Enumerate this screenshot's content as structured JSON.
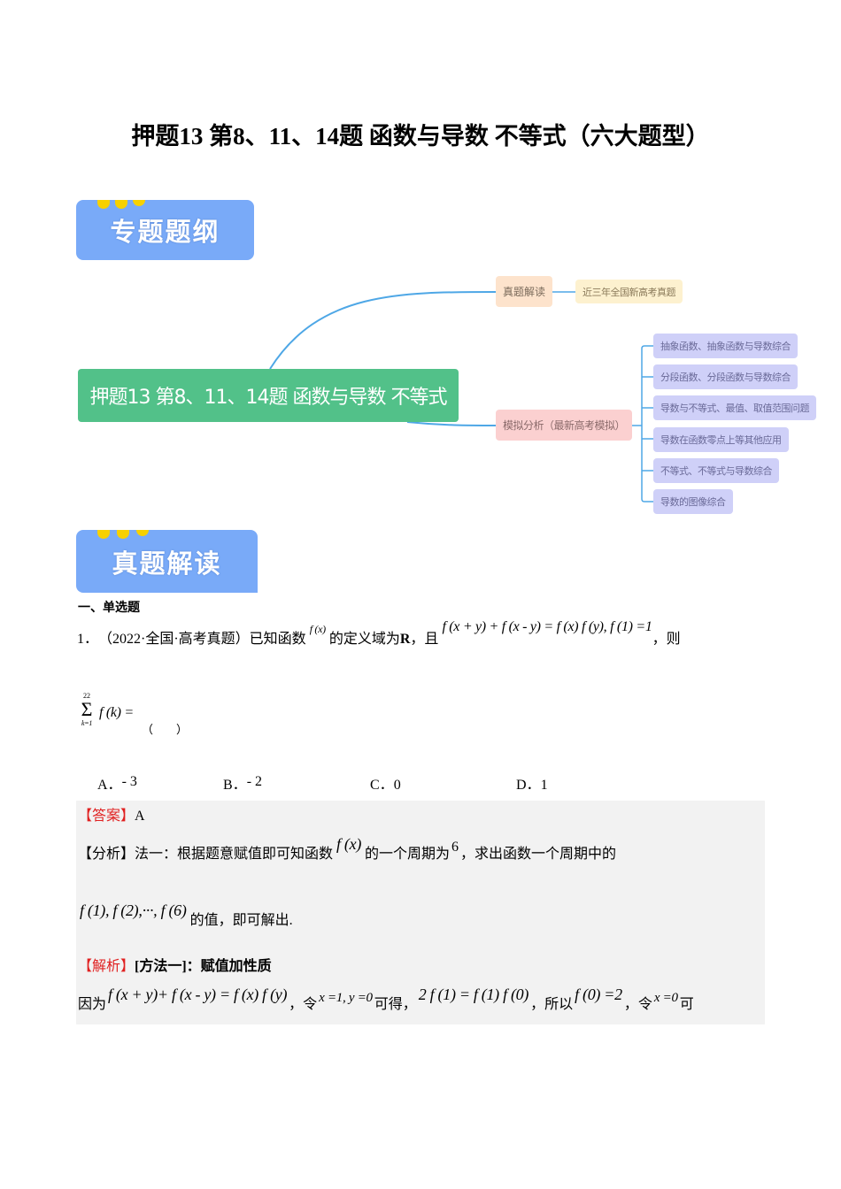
{
  "title": "押题13 第8、11、14题  函数与导数  不等式（六大题型）",
  "banner1": "专题题纲",
  "mindmap": {
    "root": "押题13 第8、11、14题 函数与导数 不等式",
    "branch1": {
      "label": "真题解读",
      "child": "近三年全国新高考真题"
    },
    "branch2": {
      "label": "模拟分析（最新高考模拟）",
      "children": [
        "抽象函数、抽象函数与导数综合",
        "分段函数、分段函数与导数综合",
        "导数与不等式、最值、取值范围问题",
        "导数在函数零点上等其他应用",
        "不等式、不等式与导数综合",
        "导数的图像综合"
      ]
    },
    "colors": {
      "root": "#52c189",
      "branch1": "#fde3cc",
      "leaf1": "#fdf1cf",
      "branch2": "#fbd0d0",
      "leaves2": "#cfd0f8",
      "line": "#4ea7e6"
    }
  },
  "banner2": "真题解读",
  "section": "一、单选题",
  "question": {
    "number": "1．",
    "source": "（2022·全国·高考真题）已知函数",
    "fx": "f (x)",
    "mid": "的定义域为",
    "R": "R",
    "and": "，且",
    "condition": "f (x + y) + f (x - y) = f (x) f (y), f (1) =1",
    "then": "，则",
    "sum_top": "22",
    "sum_bottom": "k=1",
    "sum_expr": "f (k) =",
    "paren": "（　　）",
    "options": [
      {
        "label": "A．",
        "value": "- 3"
      },
      {
        "label": "B．",
        "value": "- 2"
      },
      {
        "label": "C．",
        "value": "0"
      },
      {
        "label": "D．",
        "value": "1"
      }
    ]
  },
  "answer": {
    "answer_tag": "【答案】",
    "answer_value": "A",
    "analysis_tag": "【分析】",
    "analysis_text1": "法一：根据题意赋值即可知函数",
    "analysis_fx": "f (x)",
    "analysis_text2": "的一个周期为",
    "analysis_period": "6",
    "analysis_text3": "，求出函数一个周期中的",
    "analysis_vals": "f (1), f (2),···, f (6)",
    "analysis_text4": "的值，即可解出.",
    "solution_tag": "【解析】",
    "solution_title": "[方法一]：赋值加性质",
    "line_because": "因为",
    "line_eq": "f (x + y)+ f (x - y) = f (x) f (y)",
    "line_comma1": "，令",
    "line_let": "x =1, y =0",
    "line_get": "可得，",
    "line_eq2": "2 f (1) = f (1) f (0)",
    "line_so": "，所以",
    "line_f0": "f (0) =2",
    "line_comma2": "，令",
    "line_x0": "x =0",
    "line_ke": "可"
  }
}
